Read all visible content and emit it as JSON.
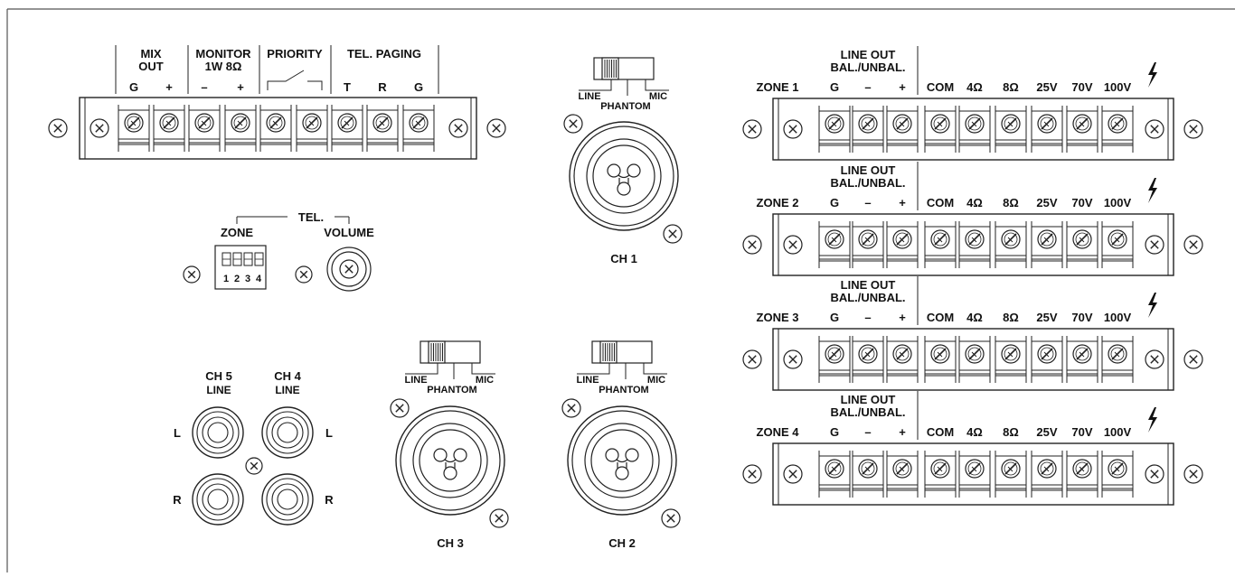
{
  "top_strip": {
    "groups": [
      {
        "title": [
          "MIX",
          "OUT"
        ],
        "terms": [
          "G",
          "+"
        ]
      },
      {
        "title": [
          "MONITOR",
          "1W 8Ω"
        ],
        "terms": [
          "–",
          "+"
        ]
      },
      {
        "title": [
          "PRIORITY"
        ],
        "terms": [
          "",
          ""
        ]
      },
      {
        "title": [
          "TEL. PAGING"
        ],
        "terms": [
          "T",
          "R",
          "G"
        ]
      }
    ]
  },
  "tel": {
    "title": "TEL.",
    "zone_label": "ZONE",
    "volume_label": "VOLUME",
    "dip_numbers": [
      "1",
      "2",
      "3",
      "4"
    ]
  },
  "rca": {
    "ch5": {
      "name": "CH 5",
      "sub": "LINE"
    },
    "ch4": {
      "name": "CH 4",
      "sub": "LINE"
    },
    "left": "L",
    "right": "R"
  },
  "xlr": [
    {
      "name": "CH 1",
      "switch_left": "LINE",
      "switch_right": "MIC",
      "switch_sub": "PHANTOM"
    },
    {
      "name": "CH 3",
      "switch_left": "LINE",
      "switch_right": "MIC",
      "switch_sub": "PHANTOM"
    },
    {
      "name": "CH 2",
      "switch_left": "LINE",
      "switch_right": "MIC",
      "switch_sub": "PHANTOM"
    }
  ],
  "zones": [
    {
      "name": "ZONE 1"
    },
    {
      "name": "ZONE 2"
    },
    {
      "name": "ZONE 3"
    },
    {
      "name": "ZONE 4"
    }
  ],
  "zone_header": {
    "line_out": "LINE OUT",
    "bal": "BAL./UNBAL.",
    "terms": [
      "G",
      "–",
      "+",
      "COM",
      "4Ω",
      "8Ω",
      "25V",
      "70V",
      "100V"
    ],
    "hazard_symbol": "ϟ"
  }
}
